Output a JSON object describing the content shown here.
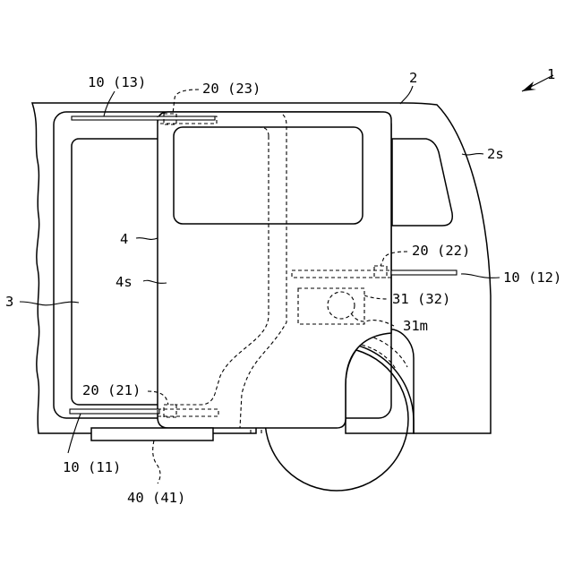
{
  "figure": {
    "labels": {
      "vehicle": "1",
      "body": "2",
      "body_side": "2s",
      "door_opening": "3",
      "door": "4",
      "door_side": "4s",
      "rail_upper": "10 (13)",
      "rail_center": "10 (12)",
      "rail_lower": "10 (11)",
      "roller_upper": "20 (23)",
      "roller_center": "20 (22)",
      "roller_lower": "20 (21)",
      "actuator": "31 (32)",
      "motor": "31m",
      "lower_member": "40 (41)"
    }
  }
}
